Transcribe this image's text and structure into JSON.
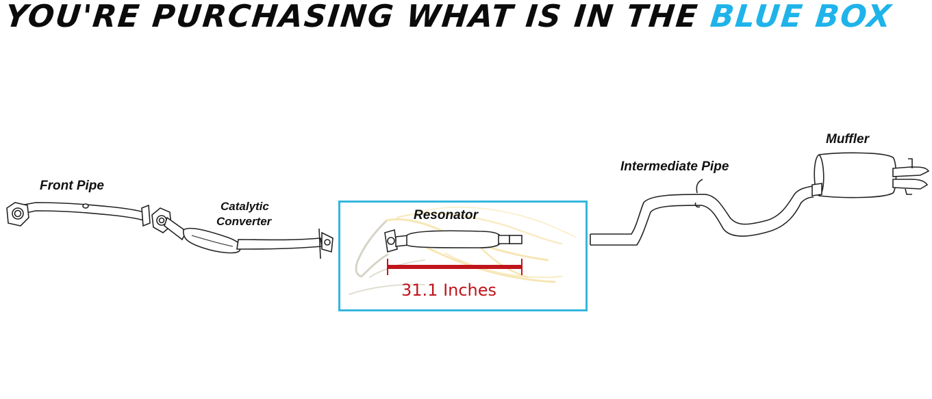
{
  "header": {
    "text_dark": "YOU'RE PURCHASING WHAT IS IN THE ",
    "text_accent": "BLUE BOX"
  },
  "colors": {
    "accent_blue": "#1fb3ea",
    "box_border": "#34b6dd",
    "measurement_red": "#c0141b",
    "watermark_gold": "#f2d178"
  },
  "parts": {
    "front_pipe": "Front Pipe",
    "catalytic_line1": "Catalytic",
    "catalytic_line2": "Converter",
    "resonator": "Resonator",
    "intermediate_pipe": "Intermediate Pipe",
    "muffler": "Muffler"
  },
  "measurement": {
    "label": "31.1 Inches",
    "value": 31.1,
    "unit": "Inches"
  },
  "watermark": {
    "icon": "horse-head-icon"
  }
}
